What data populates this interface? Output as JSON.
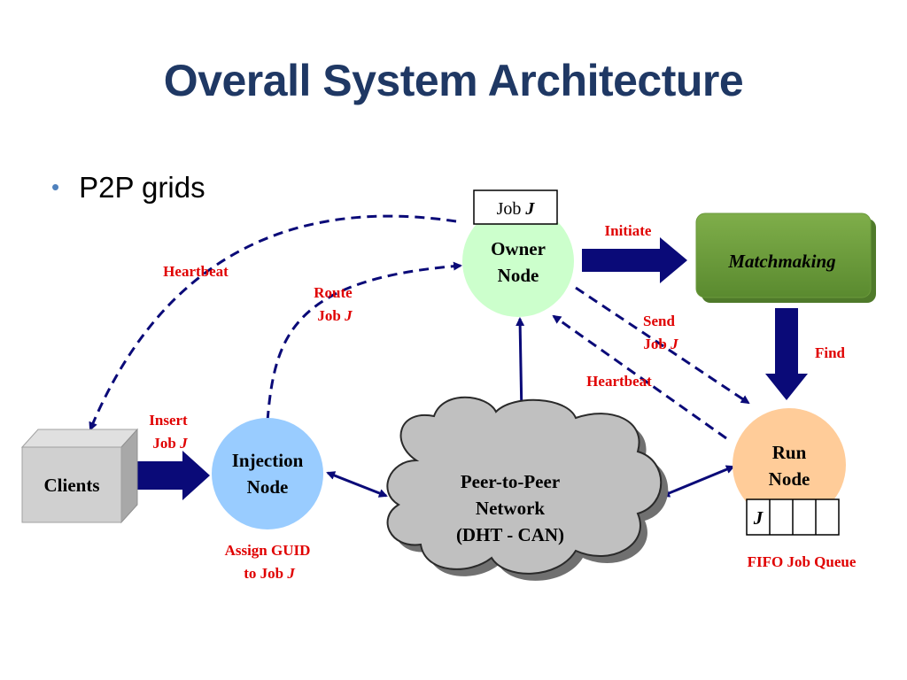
{
  "title": "Overall System Architecture",
  "bullet": "P2P grids",
  "diagram": {
    "job_label": [
      "Job ",
      "J"
    ],
    "owner_node": [
      "Owner",
      "Node"
    ],
    "matchmaking": "Matchmaking",
    "injection_node": [
      "Injection",
      "Node"
    ],
    "run_node": [
      "Run",
      "Node"
    ],
    "clients": "Clients",
    "network": [
      "Peer-to-Peer",
      "Network",
      "(DHT - CAN)"
    ],
    "queue_first": "J",
    "labels": {
      "heartbeat_left": "Heartbeat",
      "route_job": [
        "Route",
        "Job ",
        "J"
      ],
      "initiate": "Initiate",
      "send_job": [
        "Send",
        "Job ",
        "J"
      ],
      "find": "Find",
      "heartbeat_right": "Heartbeat",
      "insert_job": [
        "Insert",
        "Job ",
        "J"
      ],
      "assign_guid": [
        "Assign GUID",
        "to Job ",
        "J"
      ],
      "fifo_queue": "FIFO Job Queue"
    },
    "colors": {
      "title": "#1f3864",
      "arrow": "#0a0a78",
      "owner_fill": "#ccffcc",
      "injection_fill": "#99ccff",
      "run_fill": "#ffcc99",
      "matchmaking_fill": "#6b9a3c",
      "network_fill": "#c0c0c0",
      "label_red": "#e00000"
    }
  }
}
